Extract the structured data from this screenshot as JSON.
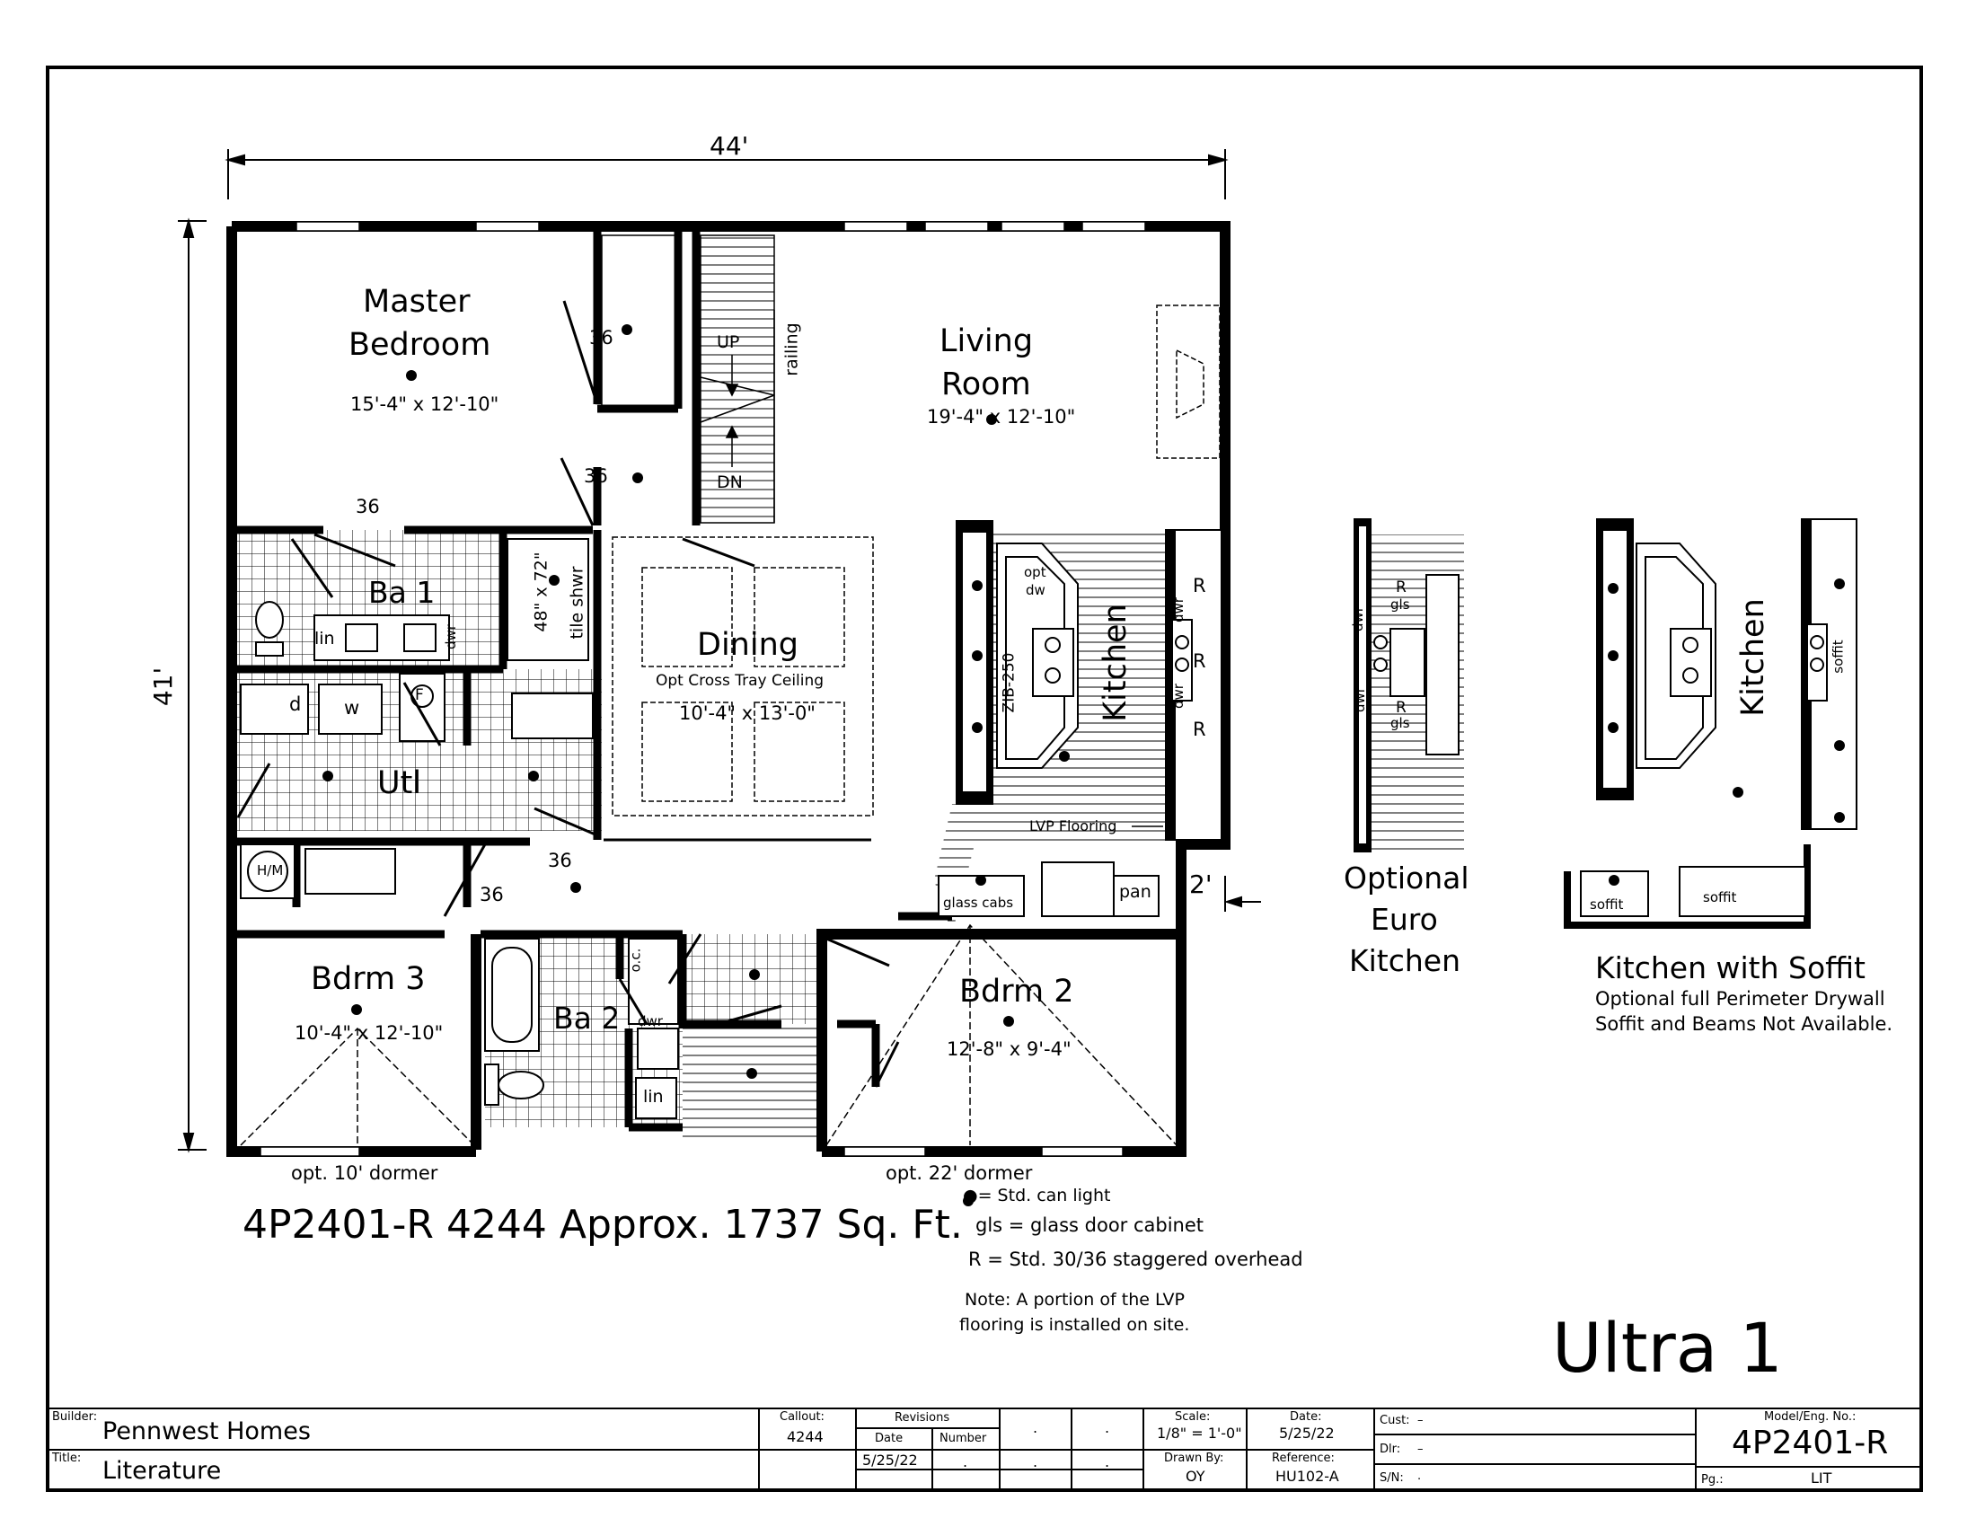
{
  "dimensions": {
    "width": "44'",
    "depth": "41'",
    "offset": "2'"
  },
  "rooms": {
    "master": {
      "name1": "Master",
      "name2": "Bedroom",
      "size": "15'-4\" x 12'-10\""
    },
    "living": {
      "name1": "Living",
      "name2": "Room",
      "size": "19'-4\" x 12'-10\""
    },
    "dining": {
      "name": "Dining",
      "note": "Opt Cross Tray Ceiling",
      "size": "10'-4\" x 13'-0\""
    },
    "kitchen": {
      "name": "Kitchen"
    },
    "ba1": {
      "name": "Ba 1"
    },
    "ba2": {
      "name": "Ba 2"
    },
    "utl": {
      "name": "Utl"
    },
    "bdrm3": {
      "name": "Bdrm 3",
      "size": "10'-4\" x 12'-10\""
    },
    "bdrm2": {
      "name": "Bdrm 2",
      "size": "12'-8\" x 9'-4\""
    }
  },
  "labels": {
    "door36": "36",
    "up": "UP",
    "dn": "DN",
    "railing": "railing",
    "shower1": "48\" x 72\"",
    "shower2": "tile shwr",
    "lin": "lin",
    "dwr": "dwr",
    "d": "d",
    "w": "w",
    "f": "F",
    "hm": "H/M",
    "oc": "o.c.",
    "opt_dw1": "opt",
    "opt_dw2": "dw",
    "zib": "ZIB-250",
    "r": "R",
    "gls": "gls",
    "soffit": "soffit",
    "glass_cabs": "glass cabs",
    "pan": "pan",
    "lvp": "LVP Flooring",
    "dormer10": "opt. 10' dormer",
    "dormer22": "opt. 22' dormer"
  },
  "euro_kitchen": {
    "line1": "Optional",
    "line2": "Euro",
    "line3": "Kitchen"
  },
  "soffit_kitchen": {
    "title": "Kitchen with Soffit",
    "note1": "Optional full Perimeter Drywall",
    "note2": "Soffit and Beams Not Available.",
    "kitchen": "Kitchen"
  },
  "plan_title": "4P2401-R 4244 Approx. 1737 Sq. Ft.",
  "legend": {
    "can_light": "= Std. can light",
    "gls": "gls = glass door cabinet",
    "r": "R = Std. 30/36 staggered overhead",
    "note1": "Note: A portion of the LVP",
    "note2": "flooring is installed on site."
  },
  "series_name": "Ultra 1",
  "title_block": {
    "builder_label": "Builder:",
    "builder": "Pennwest Homes",
    "title_label": "Title:",
    "title": "Literature",
    "callout_label": "Callout:",
    "callout": "4244",
    "revisions_label": "Revisions",
    "date_col": "Date",
    "number_col": "Number",
    "rev_date": "5/25/22",
    "scale_label": "Scale:",
    "scale": "1/8\" = 1'-0\"",
    "date_label": "Date:",
    "date": "5/25/22",
    "drawn_label": "Drawn By:",
    "drawn": "OY",
    "ref_label": "Reference:",
    "reference": "HU102-A",
    "cust_label": "Cust:",
    "cust": "–",
    "dlr_label": "Dlr:",
    "dlr": "–",
    "sn_label": "S/N:",
    "sn": ".",
    "model_label": "Model/Eng. No.:",
    "model": "4P2401-R",
    "pg_label": "Pg.:",
    "pg": "LIT",
    "dot": "."
  }
}
